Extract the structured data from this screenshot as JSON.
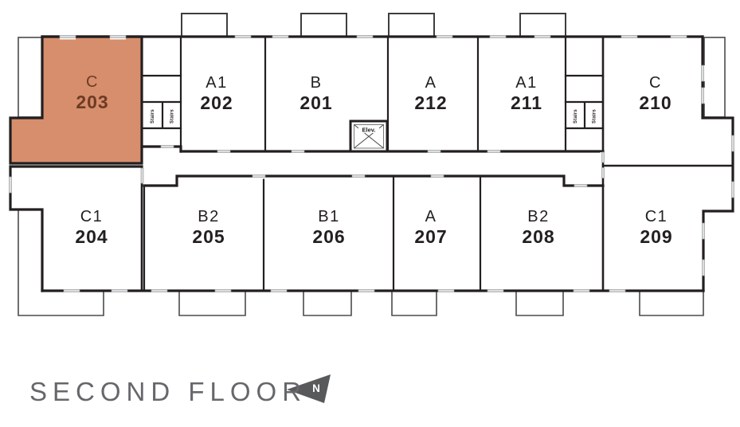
{
  "floor": {
    "title": "SECOND FLOOR"
  },
  "compass": {
    "label": "N"
  },
  "elevator": {
    "label": "Elev."
  },
  "stairwells": [
    {
      "labels": [
        "Stairs",
        "Stairs"
      ]
    },
    {
      "labels": [
        "Stairs",
        "Stairs"
      ]
    }
  ],
  "colors": {
    "highlight_fill": "#D78E6C",
    "highlight_text": "#6E3B24",
    "wall": "#231F20",
    "title_text": "#65676B",
    "compass_fill": "#58595B"
  },
  "units": [
    {
      "type": "C",
      "number": "203",
      "highlighted": true
    },
    {
      "type": "A1",
      "number": "202",
      "highlighted": false
    },
    {
      "type": "B",
      "number": "201",
      "highlighted": false
    },
    {
      "type": "A",
      "number": "212",
      "highlighted": false
    },
    {
      "type": "A1",
      "number": "211",
      "highlighted": false
    },
    {
      "type": "C",
      "number": "210",
      "highlighted": false
    },
    {
      "type": "C1",
      "number": "204",
      "highlighted": false
    },
    {
      "type": "B2",
      "number": "205",
      "highlighted": false
    },
    {
      "type": "B1",
      "number": "206",
      "highlighted": false
    },
    {
      "type": "A",
      "number": "207",
      "highlighted": false
    },
    {
      "type": "B2",
      "number": "208",
      "highlighted": false
    },
    {
      "type": "C1",
      "number": "209",
      "highlighted": false
    }
  ]
}
